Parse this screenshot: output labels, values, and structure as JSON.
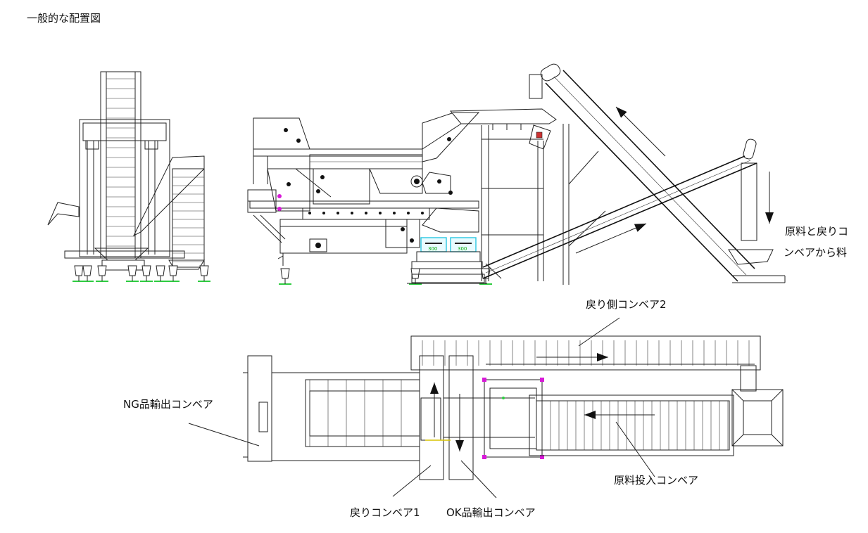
{
  "heading": "一般的な配置図",
  "labels": {
    "feed_note_line1": "原料と戻りコ",
    "feed_note_line2": "ンベアから料",
    "return_conveyor_2": "戻り側コンベア2",
    "ng_outfeed_conveyor": "NG品輸出コンベア",
    "raw_feed_conveyor": "原料投入コンベア",
    "return_conveyor_1": "戻りコンベア1",
    "ok_outfeed_conveyor": "OK品輸出コンベア"
  },
  "dimension_marks": [
    "300",
    "300"
  ],
  "colors": {
    "line": "#222222",
    "ground_green": "#2ecc40",
    "highlight_cyan": "#29c6e0",
    "highlight_magenta": "#d81ad8",
    "accent_yellow": "#d9c400"
  }
}
